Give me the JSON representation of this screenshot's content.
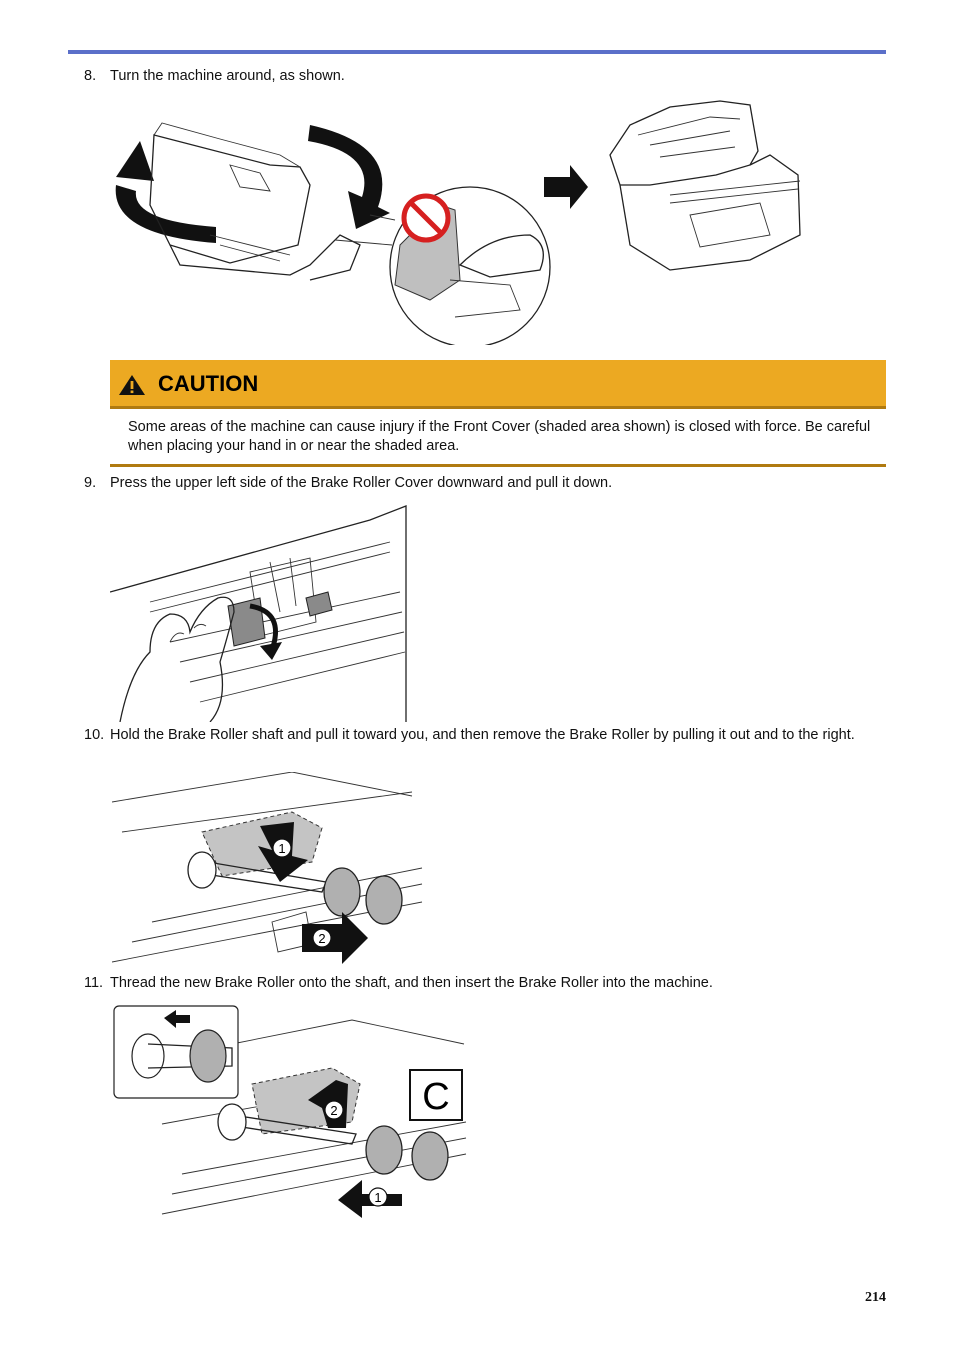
{
  "steps": [
    {
      "number": "8.",
      "text": "Turn the machine around, as shown."
    },
    {
      "number": "9.",
      "text": "Press the upper left side of the Brake Roller Cover downward and pull it down."
    },
    {
      "number": "10.",
      "text": "Hold the Brake Roller shaft and pull it toward you, and then remove the Brake Roller by pulling it out and to the right."
    },
    {
      "number": "11.",
      "text": "Thread the new Brake Roller onto the shaft, and then insert the Brake Roller into the machine."
    }
  ],
  "caution": {
    "title": "CAUTION",
    "text": "Some areas of the machine can cause injury if the Front Cover (shaded area shown) is closed with force. Be careful when placing your hand in or near the shaded area.",
    "bar_color": "#eca922",
    "rule_color": "#b07a10"
  },
  "figures": {
    "step10_callouts": [
      "1",
      "2"
    ],
    "step11_callouts": [
      "1",
      "2"
    ],
    "step11_corner_label": "C"
  },
  "page_number": "214",
  "colors": {
    "header_rule": "#5b6fc9"
  }
}
